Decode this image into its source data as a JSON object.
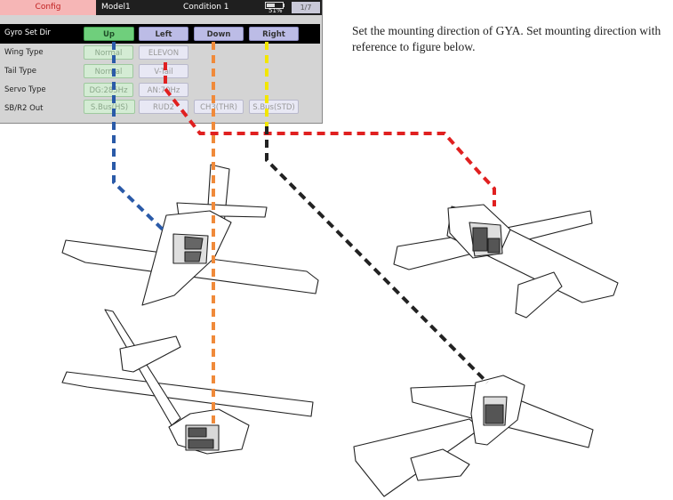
{
  "screen": {
    "tab_label": "Config",
    "model_name": "Model1",
    "condition": "Condition 1",
    "battery_percent": "51%",
    "battery_level": 0.51,
    "page": "1/7",
    "rows": [
      {
        "label": "Gyro Set Dir",
        "options": [
          "Up",
          "Left",
          "Down",
          "Right"
        ],
        "selected": "Up"
      },
      {
        "label": "Wing Type",
        "options": [
          "Normal",
          "ELEVON"
        ]
      },
      {
        "label": "Tail Type",
        "options": [
          "Normal",
          "V-Tail"
        ]
      },
      {
        "label": "Servo Type",
        "options": [
          "DG:285Hz",
          "AN:70Hz"
        ]
      },
      {
        "label": "SB/R2 Out",
        "options": [
          "S.Bus(HS)",
          "RUD2",
          "CH3(THR)",
          "S.Bus(STD)"
        ]
      }
    ]
  },
  "instruction": "Set the mounting direction of GYA. Set mounting direction with reference to figure below.",
  "colors": {
    "up": "#2a5aa8",
    "left": "#e02020",
    "down": "#f08a3a",
    "right_top": "#f2e600",
    "right_bottom": "#222222",
    "selected_button": "#6fcf7c"
  }
}
